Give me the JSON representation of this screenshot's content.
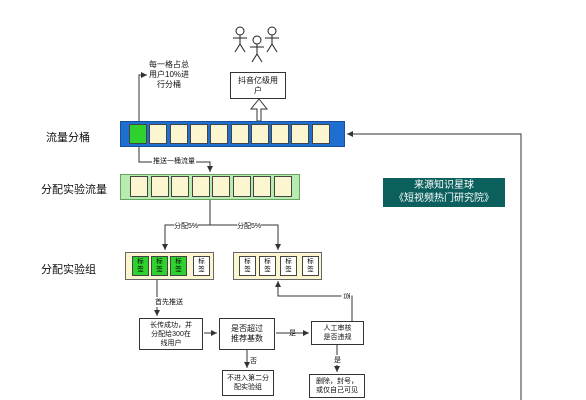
{
  "rows": {
    "bucketing": "流量分桶",
    "experiment_traffic": "分配实验流量",
    "experiment_groups": "分配实验组"
  },
  "note_bucket": "每一格占总\n用户10%进\n行分桶",
  "users_box": "抖音亿级用\n户",
  "push_bucket": "推送一桶流量",
  "assign_left": "分配5%",
  "assign_right": "分配5%",
  "tag": "标\n签",
  "push_first": "首先推送",
  "upload_box": "长传成功，并\n分配给300在\n线用户",
  "decision_box": "是否超过\n推荐基数",
  "review_box": "人工审核\n是否违规",
  "yes_1": "是",
  "no_1": "否",
  "yes_2": "是",
  "no_2": "否",
  "not_enter_box": "不进入第二分\n配实验组",
  "delete_box": "删除，封号，\n或仅自己可见",
  "source_banner": "来源知识星球\n《短视频热门研究院》",
  "colors": {
    "bucket_bar": "#1f6fd1",
    "bucket_cell": "#fbf6cf",
    "bucket_active": "#2fd12f",
    "traffic_bar": "#b6ecb0",
    "traffic_cell": "#fbf6cf",
    "group_bg": "#fbf6cf",
    "tag_green": "#2fd12f",
    "banner": "#0b5f5c"
  },
  "icons": [
    "stick-figure-icon",
    "stick-figure-icon",
    "stick-figure-icon"
  ]
}
